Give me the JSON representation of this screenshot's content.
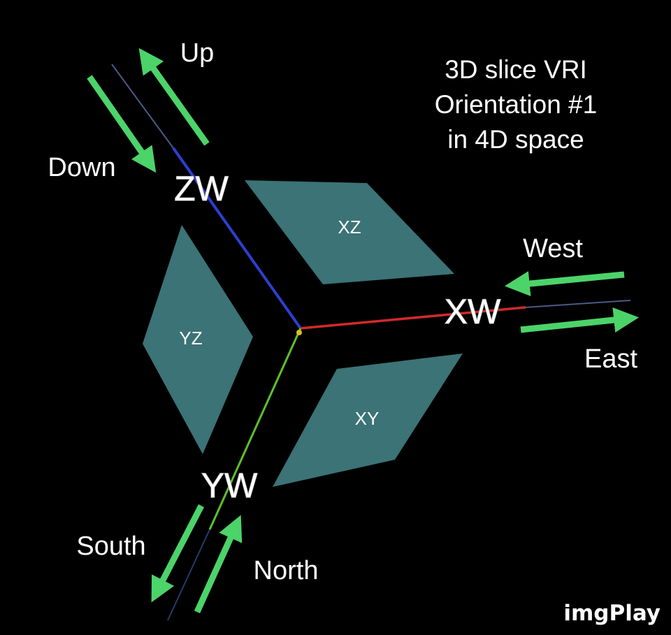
{
  "title": {
    "line1": "3D slice VRI",
    "line2": "Orientation #1",
    "line3": "in 4D space"
  },
  "directions": {
    "up": "Up",
    "down": "Down",
    "west": "West",
    "east": "East",
    "south": "South",
    "north": "North"
  },
  "axes": {
    "zw": "ZW",
    "xw": "XW",
    "yw": "YW"
  },
  "planes": {
    "xz": "XZ",
    "yz": "YZ",
    "xy": "XY"
  },
  "watermark": "imgPlay",
  "colors": {
    "background": "#000000",
    "plane": "#3b7376",
    "arrow": "#4cd36a",
    "axis_z": "#2d3fd0",
    "axis_x": "#d02a2a",
    "axis_y": "#5cc02a",
    "text": "#ffffff"
  }
}
